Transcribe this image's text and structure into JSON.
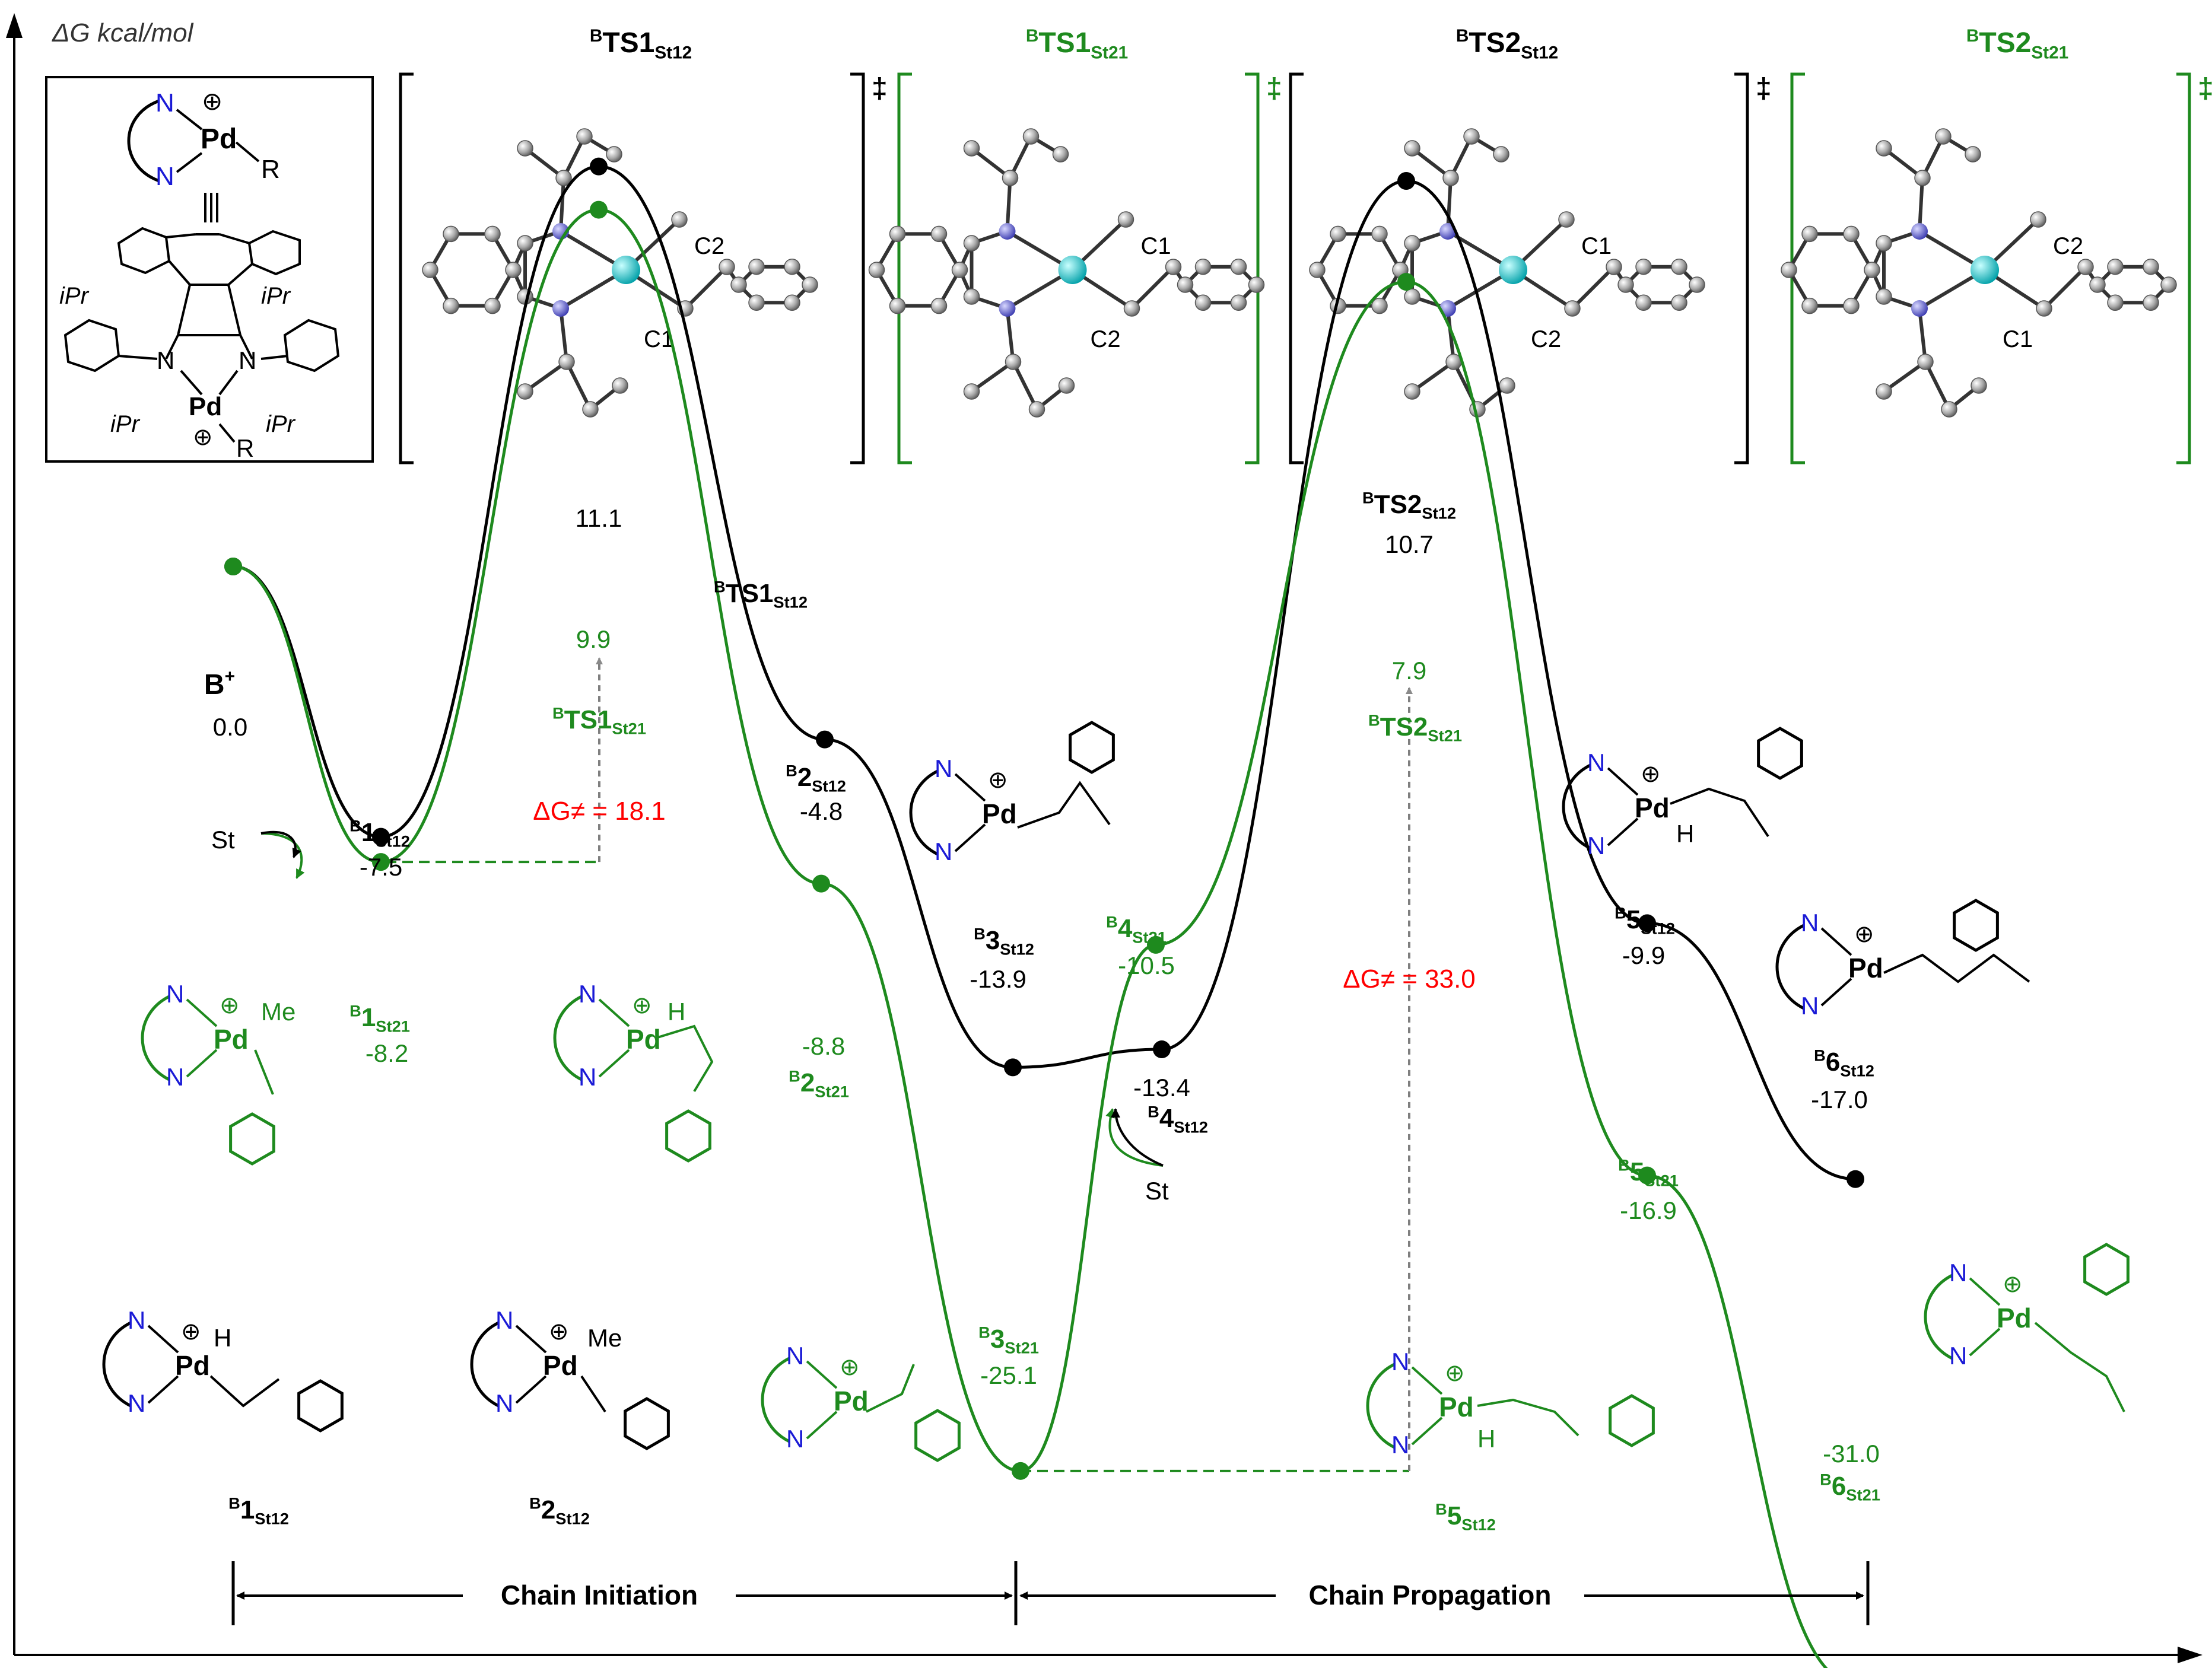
{
  "axis": {
    "ylabel": "ΔG kcal/mol"
  },
  "colors": {
    "st12": "#000000",
    "st21": "#1e8a1e",
    "highlight": "#ff0000",
    "guide": "#7f7f7f",
    "nitrogen": "#1a1ad6",
    "palladium": "#00c8c8"
  },
  "legend_box": {
    "n_label": "N",
    "pd_label": "Pd",
    "r_label": "R",
    "ipr_label": "iPr",
    "plus": "⊕"
  },
  "structures": [
    {
      "label_main": "TS1",
      "label_sup": "B",
      "label_sub": "St12",
      "group": "st12",
      "c_top": "C2",
      "c_bottom": "C1",
      "dagger": "‡"
    },
    {
      "label_main": "TS1",
      "label_sup": "B",
      "label_sub": "St21",
      "group": "st21",
      "c_top": "C1",
      "c_bottom": "C2",
      "dagger": "‡"
    },
    {
      "label_main": "TS2",
      "label_sup": "B",
      "label_sub": "St12",
      "group": "st12",
      "c_top": "C1",
      "c_bottom": "C2",
      "dagger": "‡"
    },
    {
      "label_main": "TS2",
      "label_sup": "B",
      "label_sub": "St21",
      "group": "st21",
      "c_top": "C2",
      "c_bottom": "C1",
      "dagger": "‡"
    }
  ],
  "chart_data": {
    "type": "line",
    "ylabel": "ΔG kcal/mol",
    "series": [
      {
        "group": "st12",
        "points": [
          {
            "state": "B+",
            "value": 0.0
          },
          {
            "state": "B1St12",
            "value": -7.5
          },
          {
            "state": "BTS1St12",
            "value": 11.1
          },
          {
            "state": "B2St12",
            "value": -4.8
          },
          {
            "state": "B3St12",
            "value": -13.9
          },
          {
            "state": "B4St12",
            "value": -13.4
          },
          {
            "state": "BTS2St12",
            "value": 10.7
          },
          {
            "state": "B5St12",
            "value": -9.9
          },
          {
            "state": "B6St12",
            "value": -17.0
          }
        ]
      },
      {
        "group": "st21",
        "points": [
          {
            "state": "B+",
            "value": 0.0
          },
          {
            "state": "B1St21",
            "value": -8.2
          },
          {
            "state": "BTS1St21",
            "value": 9.9
          },
          {
            "state": "B2St21",
            "value": -8.8
          },
          {
            "state": "B3St21",
            "value": -25.1
          },
          {
            "state": "B4St21",
            "value": -10.5
          },
          {
            "state": "BTS2St21",
            "value": 7.9
          },
          {
            "state": "B5St21",
            "value": -16.9
          },
          {
            "state": "B6St21",
            "value": -31.0
          }
        ]
      }
    ],
    "barriers": [
      {
        "text": "ΔG≠ = 18.1",
        "value": 18.1
      },
      {
        "text": "ΔG≠ = 33.0",
        "value": 33.0
      }
    ],
    "phases": [
      "Chain Initiation",
      "Chain Propagation"
    ]
  },
  "point_labels": {
    "b_plus": {
      "main": "B",
      "sup": "+",
      "value": "0.0"
    },
    "b1_st12": {
      "sup": "B",
      "main": "1",
      "sub": "St12",
      "value": "-7.5"
    },
    "b1_st21": {
      "sup": "B",
      "main": "1",
      "sub": "St21",
      "value": "-8.2"
    },
    "ts1_st12": {
      "sup": "B",
      "main": "TS1",
      "sub": "St12",
      "value": "11.1"
    },
    "ts1_st21": {
      "sup": "B",
      "main": "TS1",
      "sub": "St21",
      "value": "9.9"
    },
    "b2_st12": {
      "sup": "B",
      "main": "2",
      "sub": "St12",
      "value": "-4.8"
    },
    "b2_st21": {
      "sup": "B",
      "main": "2",
      "sub": "St21",
      "value": "-8.8"
    },
    "b3_st12": {
      "sup": "B",
      "main": "3",
      "sub": "St12",
      "value": "-13.9"
    },
    "b3_st21": {
      "sup": "B",
      "main": "3",
      "sub": "St21",
      "value": "-25.1"
    },
    "b4_st12": {
      "sup": "B",
      "main": "4",
      "sub": "St12",
      "value": "-13.4"
    },
    "b4_st21": {
      "sup": "B",
      "main": "4",
      "sub": "St21",
      "value": "-10.5"
    },
    "ts2_st12": {
      "sup": "B",
      "main": "TS2",
      "sub": "St12",
      "value": "10.7"
    },
    "ts2_st21": {
      "sup": "B",
      "main": "TS2",
      "sub": "St21",
      "value": "7.9"
    },
    "b5_st12": {
      "sup": "B",
      "main": "5",
      "sub": "St12",
      "value": "-9.9"
    },
    "b5_st21": {
      "sup": "B",
      "main": "5",
      "sub": "St21",
      "value": "-16.9"
    },
    "b6_st12": {
      "sup": "B",
      "main": "6",
      "sub": "St12",
      "value": "-17.0"
    },
    "b6_st21": {
      "sup": "B",
      "main": "6",
      "sub": "St21",
      "value": "-31.0"
    }
  },
  "monomer_label": "St",
  "schemes": {
    "n": "N",
    "pd": "Pd",
    "h": "H",
    "me": "Me",
    "plus": "⊕"
  },
  "bottom_labels": [
    {
      "sup": "B",
      "main": "1",
      "sub": "St12"
    },
    {
      "sup": "B",
      "main": "2",
      "sub": "St12"
    },
    {
      "sup": "B",
      "main": "3",
      "sub": "St21"
    },
    {
      "sup": "B",
      "main": "5",
      "sub": "St12"
    },
    {
      "sup": "B",
      "main": "6",
      "sub": "St21"
    }
  ]
}
